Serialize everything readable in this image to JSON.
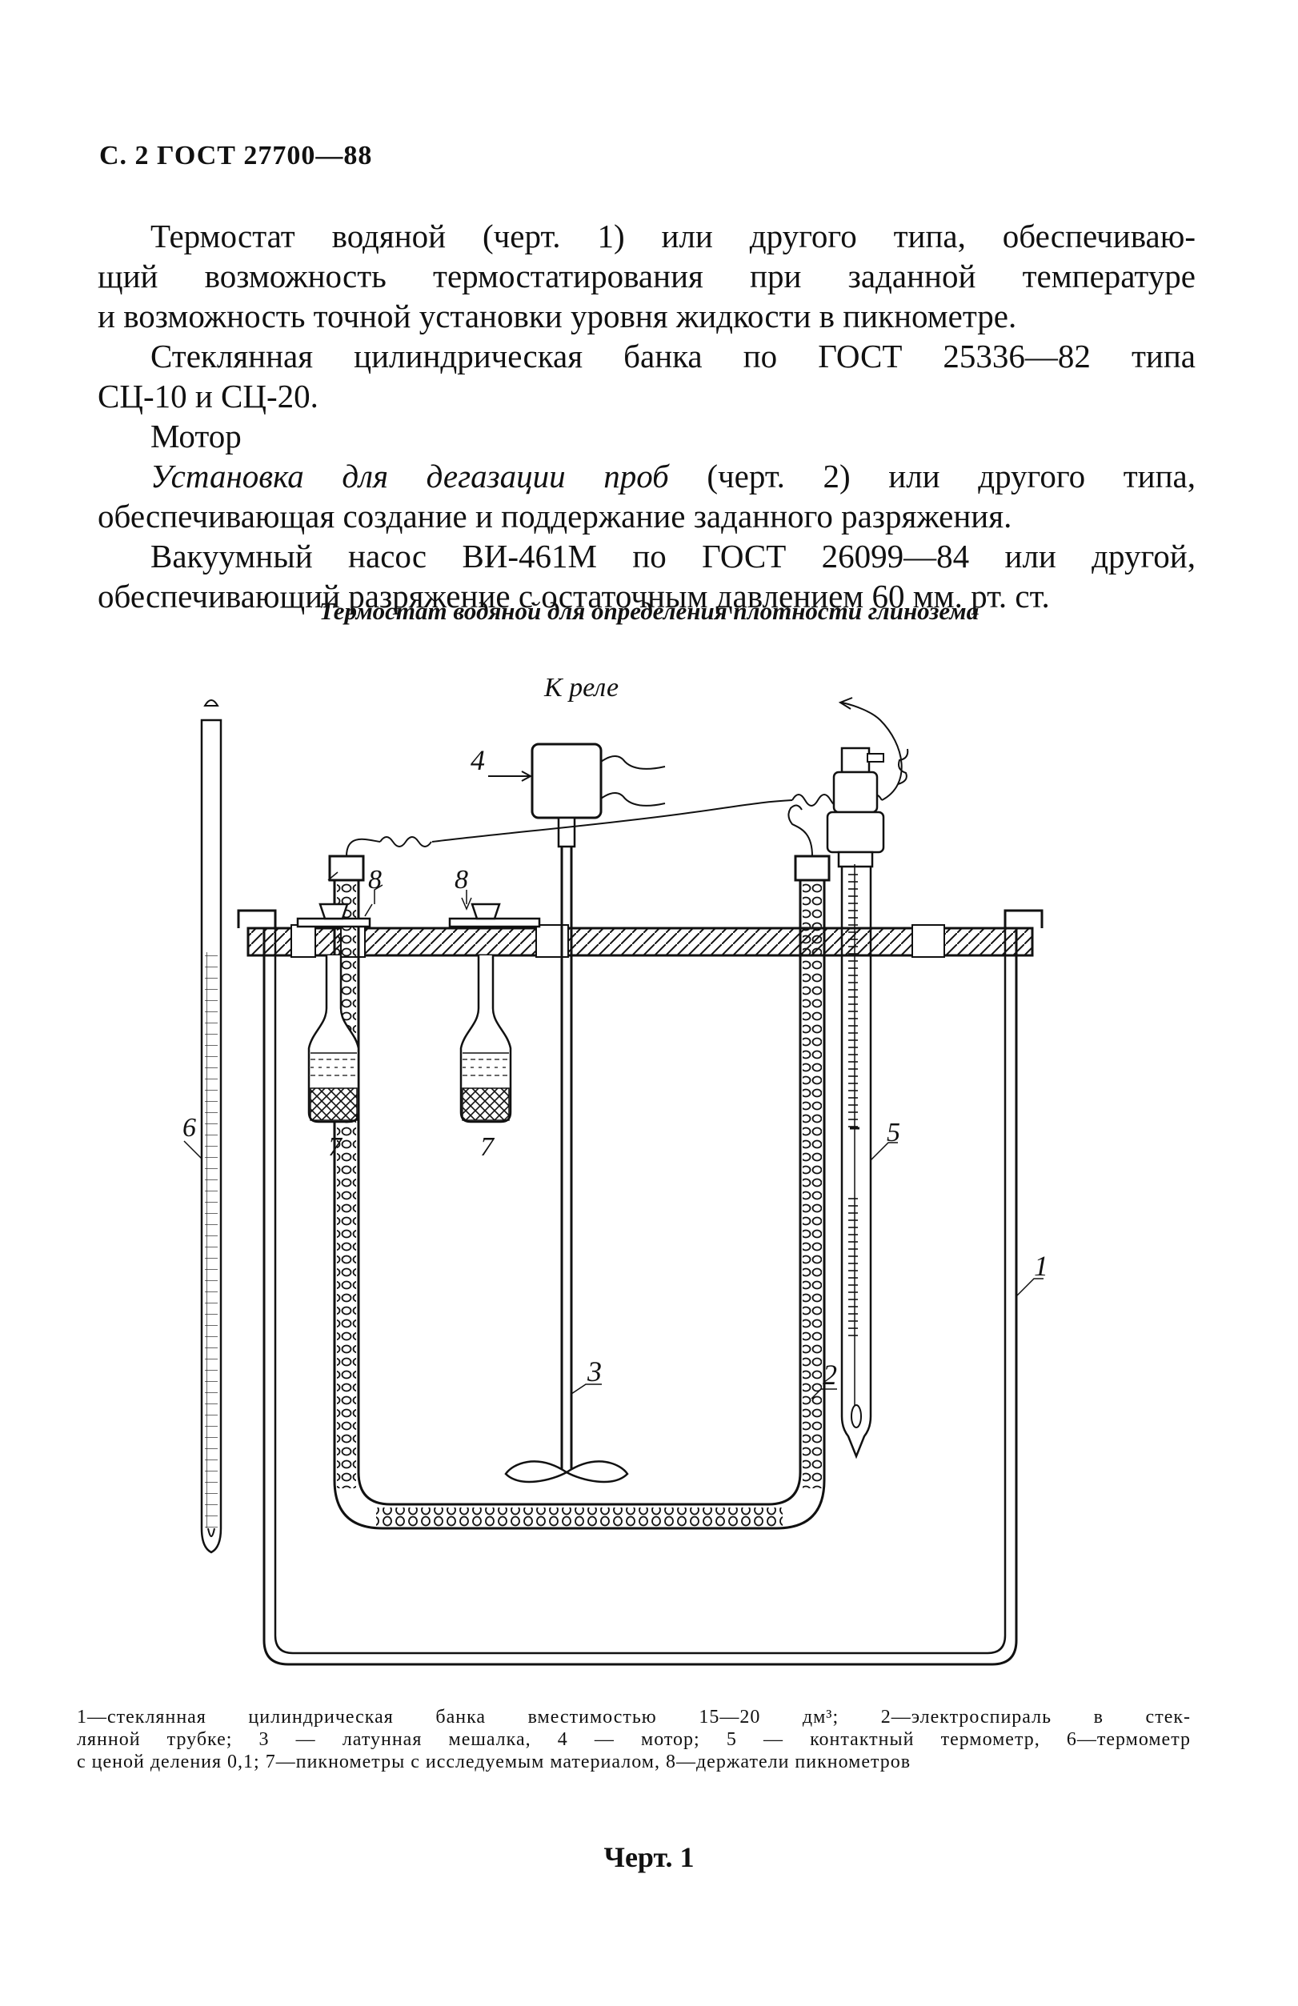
{
  "header": {
    "page_ref": "С. 2 ГОСТ 27700—88"
  },
  "body": {
    "p1_l1": "Термостат водяной (черт. 1) или другого типа, обеспечиваю-",
    "p1_l2": "щий возможность термостатирования при заданной температуре",
    "p1_l3": "и возможность точной установки уровня жидкости в пикнометре.",
    "p2_l1": "Стеклянная цилиндрическая банка по ГОСТ 25336—82 типа",
    "p2_l2": "СЦ-10 и СЦ-20.",
    "p3_l1": "Мотор",
    "p4_l1_italic": "Установка для дегазации проб",
    "p4_l1_rest": " (черт. 2) или другого типа,",
    "p4_l2": "обеспечивающая создание и поддержание заданного разряжения.",
    "p5_l1": "Вакуумный насос ВИ-461М по ГОСТ 26099—84 или другой,",
    "p5_l2": "обеспечивающий разряжение с остаточным давлением 60 мм. рт. ст."
  },
  "figure": {
    "title": "Термостат водяной для определения плотности глинозема",
    "relay_label": "К реле",
    "labels": {
      "n1": "1",
      "n2": "2",
      "n3": "3",
      "n4": "4",
      "n5": "5",
      "n6": "6",
      "n7a": "7",
      "n7b": "7",
      "n8a": "8",
      "n8b": "8"
    }
  },
  "caption": {
    "l1": "1—стеклянная цилиндрическая банка вместимостью 15—20 дм³; 2—электроспираль в стек-",
    "l2": "лянной трубке; 3 — латунная мешалка, 4 — мотор; 5 — контактный термометр, 6—термометр",
    "l3": "с ценой деления 0,1; 7—пикнометры с исследуемым материалом, 8—держатели пикнометров"
  },
  "chart_label": "Черт. 1"
}
